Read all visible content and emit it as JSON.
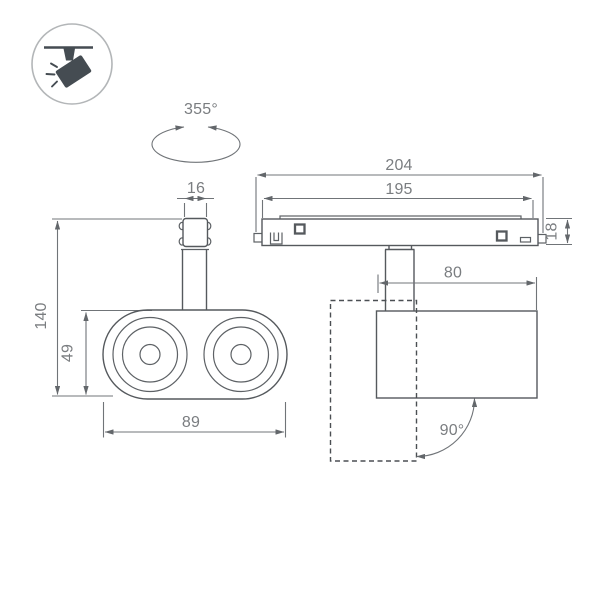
{
  "icon": {
    "name": "track-spotlight-icon"
  },
  "colors": {
    "background": "#ffffff",
    "geometry_line": "#55595d",
    "dimension_line": "#707478",
    "label_text": "#7a7d80",
    "icon_fill": "#454c52",
    "icon_ring": "#b3b6b8"
  },
  "labels": {
    "rotation_angle": "355°",
    "stem_width": "16",
    "overall_height": "140",
    "body_height": "49",
    "body_width": "89",
    "adapter_length": "204",
    "adapter_mount_length": "195",
    "adapter_height": "18",
    "head_length": "80",
    "tilt_angle": "90°"
  }
}
